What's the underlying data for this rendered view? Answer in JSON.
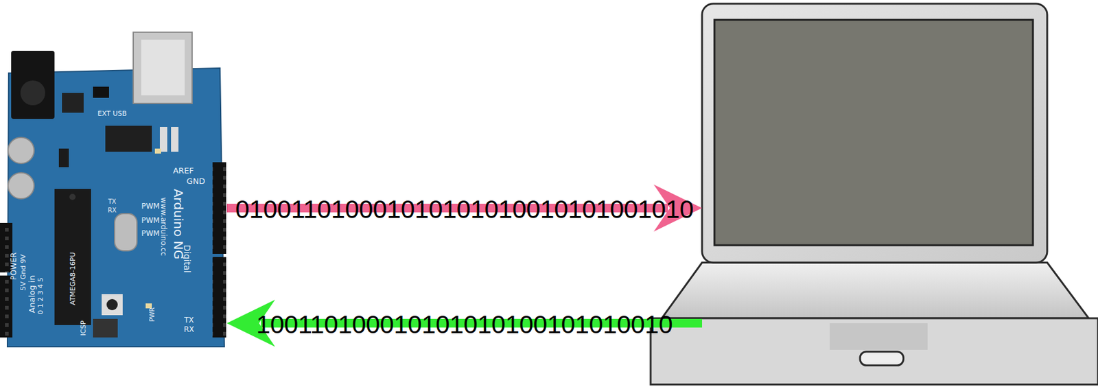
{
  "diagram": {
    "nodes": [
      {
        "text": [
          "AREF",
          "GND",
          "PWM",
          "PWM",
          "PWM",
          "Digital",
          "Arduino NG",
          "www.arduino.cc",
          "TX",
          "RX",
          "TX",
          "RX",
          "POWER",
          "5V Gnd 9V",
          "Analog in",
          "0 1 2 3 4 5",
          "ATMEGA8-16PU",
          "EXT USB",
          "ICSP",
          "PWR"
        ]
      },
      {
        "text": []
      }
    ],
    "edges": [
      {
        "from": 0,
        "to": 1,
        "arrow": "to",
        "label": "010011010001010101010010101001010"
      },
      {
        "from": 1,
        "to": 0,
        "arrow": "to",
        "label": "100110100010101010100101010010"
      }
    ]
  }
}
